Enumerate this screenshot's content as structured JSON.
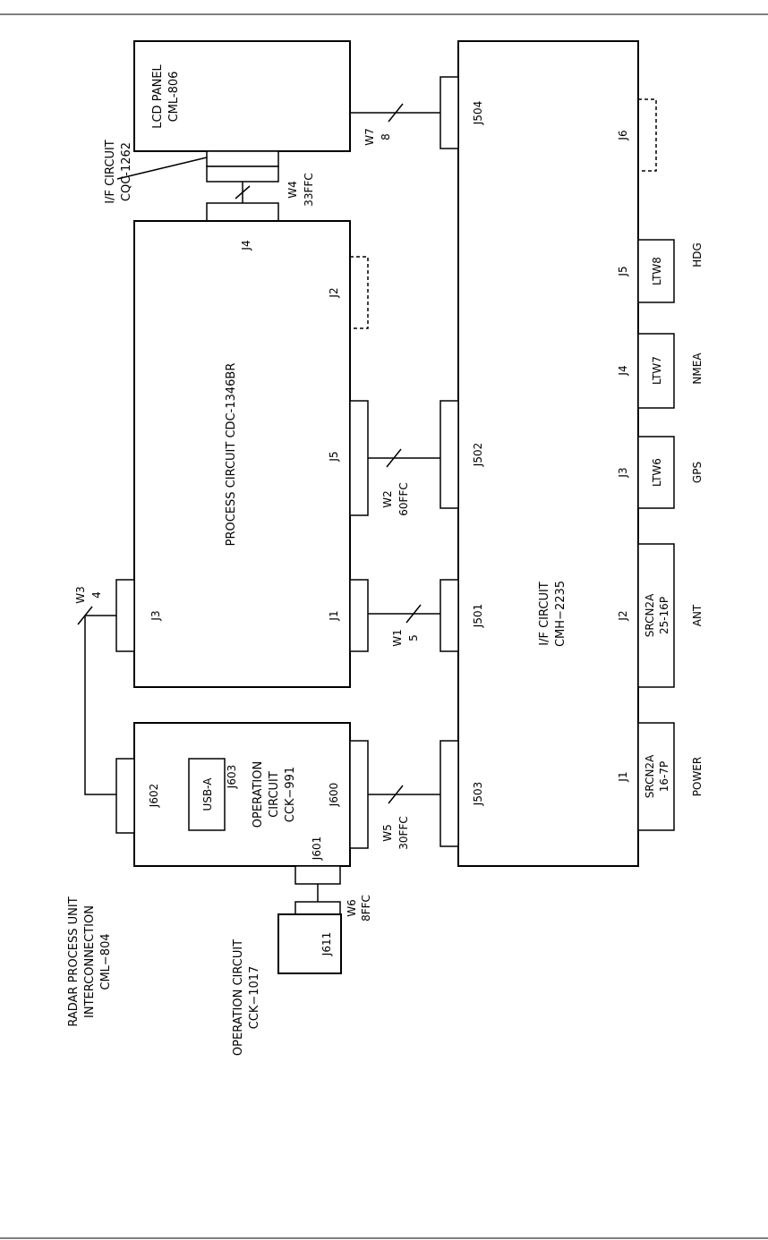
{
  "diagram": {
    "title_lines": [
      "RADAR PROCESS UNIT",
      "INTERCONNECTION",
      "CML−804"
    ],
    "lcd_panel": {
      "name": "LCD PANEL",
      "code": "CML-806"
    },
    "if_small": {
      "name": "I/F CIRCUIT",
      "code": "CQC-1262"
    },
    "process": {
      "name": "PROCESS CIRCUIT  CDC-1346BR",
      "j4": "J4",
      "j2": "J2",
      "j5": "J5",
      "j1": "J1",
      "j3": "J3"
    },
    "operation": {
      "name": "OPERATION",
      "name2": "CIRCUIT",
      "code": "CCK−991",
      "j602": "J602",
      "j603": "J603",
      "usb": "USB-A",
      "j600": "J600",
      "j601": "J601"
    },
    "operation2": {
      "name": "OPERATION CIRCUIT",
      "code": "CCK−1017",
      "j611": "J611"
    },
    "if_main": {
      "name": "I/F CIRCUIT",
      "code": "CMH−2235",
      "j504": "J504",
      "j502": "J502",
      "j501": "J501",
      "j503": "J503",
      "j6": "J6",
      "j5": "J5",
      "j4": "J4",
      "j3": "J3",
      "j2": "J2",
      "j1": "J1"
    },
    "connectors": {
      "ltw8": "LTW8",
      "ltw7": "LTW7",
      "ltw6": "LTW6",
      "srcn_ant_1": "SRCN2A",
      "srcn_ant_2": "25-16P",
      "srcn_pwr_1": "SRCN2A",
      "srcn_pwr_2": "16-7P"
    },
    "ports": {
      "hdg": "HDG",
      "nmea": "NMEA",
      "gps": "GPS",
      "ant": "ANT",
      "power": "POWER"
    },
    "wires": {
      "w7": "W7",
      "w7n": "8",
      "w4": "W4",
      "w4n": "33FFC",
      "w2": "W2",
      "w2n": "60FFC",
      "w1": "W1",
      "w1n": "5",
      "w3": "W3",
      "w3n": "4",
      "w5": "W5",
      "w5n": "30FFC",
      "w6": "W6",
      "w6n": "8FFC"
    }
  }
}
